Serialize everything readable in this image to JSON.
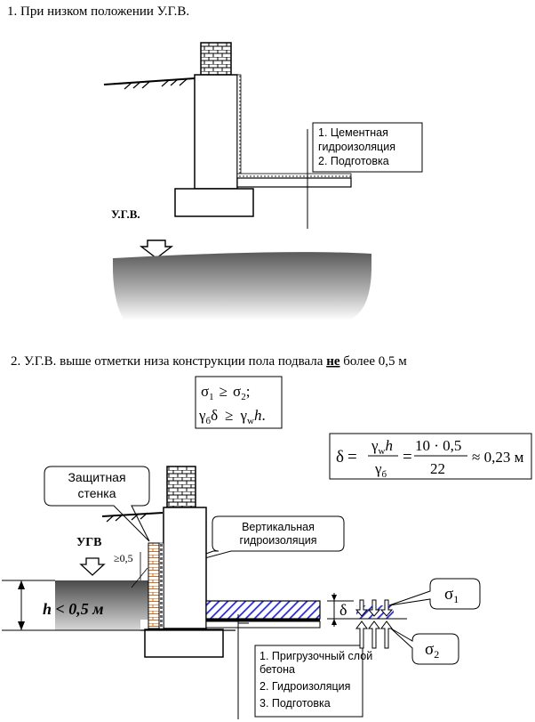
{
  "section1": {
    "title": "1. При низком положении У.Г.В.",
    "ugv_label": "У.Г.В.",
    "legend": [
      "1. Цементная",
      "гидроизоляция",
      "2. Подготовка"
    ]
  },
  "section2": {
    "title_before": "2.  У.Г.В. выше отметки низа конструкции пола подвала ",
    "title_emph": "не",
    "title_after": " более 0,5 м",
    "inequality_1": {
      "left": "σ",
      "left_sub": "1",
      "op": "≥",
      "right": "σ",
      "right_sub": "2",
      "end": ";"
    },
    "inequality_2": {
      "left": "γ",
      "left_sub": "б",
      "left_tail": "δ",
      "op": "≥",
      "right": "γ",
      "right_sub": "w",
      "right_tail": "h",
      "end": "."
    },
    "formula": {
      "lhs": "δ",
      "frac1_num": "γ",
      "frac1_num_sub": "w",
      "frac1_num_tail": "h",
      "frac1_den": "γ",
      "frac1_den_sub": "б",
      "frac2_num": "10 · 0,5",
      "frac2_den": "22",
      "result": "≈ 0,23 м"
    },
    "callout_wall": [
      "Защитная",
      "стенка"
    ],
    "callout_vertical": [
      "Вертикальная",
      "гидроизоляция"
    ],
    "ugv_label": "УГВ",
    "dim_offset": "≥0,5",
    "h_label": "h < 0,5 м",
    "delta_label": "δ",
    "sigma1": {
      "sym": "σ",
      "sub": "1"
    },
    "sigma2": {
      "sym": "σ",
      "sub": "2"
    },
    "legend": [
      "1. Пригрузочный слой",
      "бетона",
      "2. Гидроизоляция",
      "3. Подготовка"
    ]
  }
}
